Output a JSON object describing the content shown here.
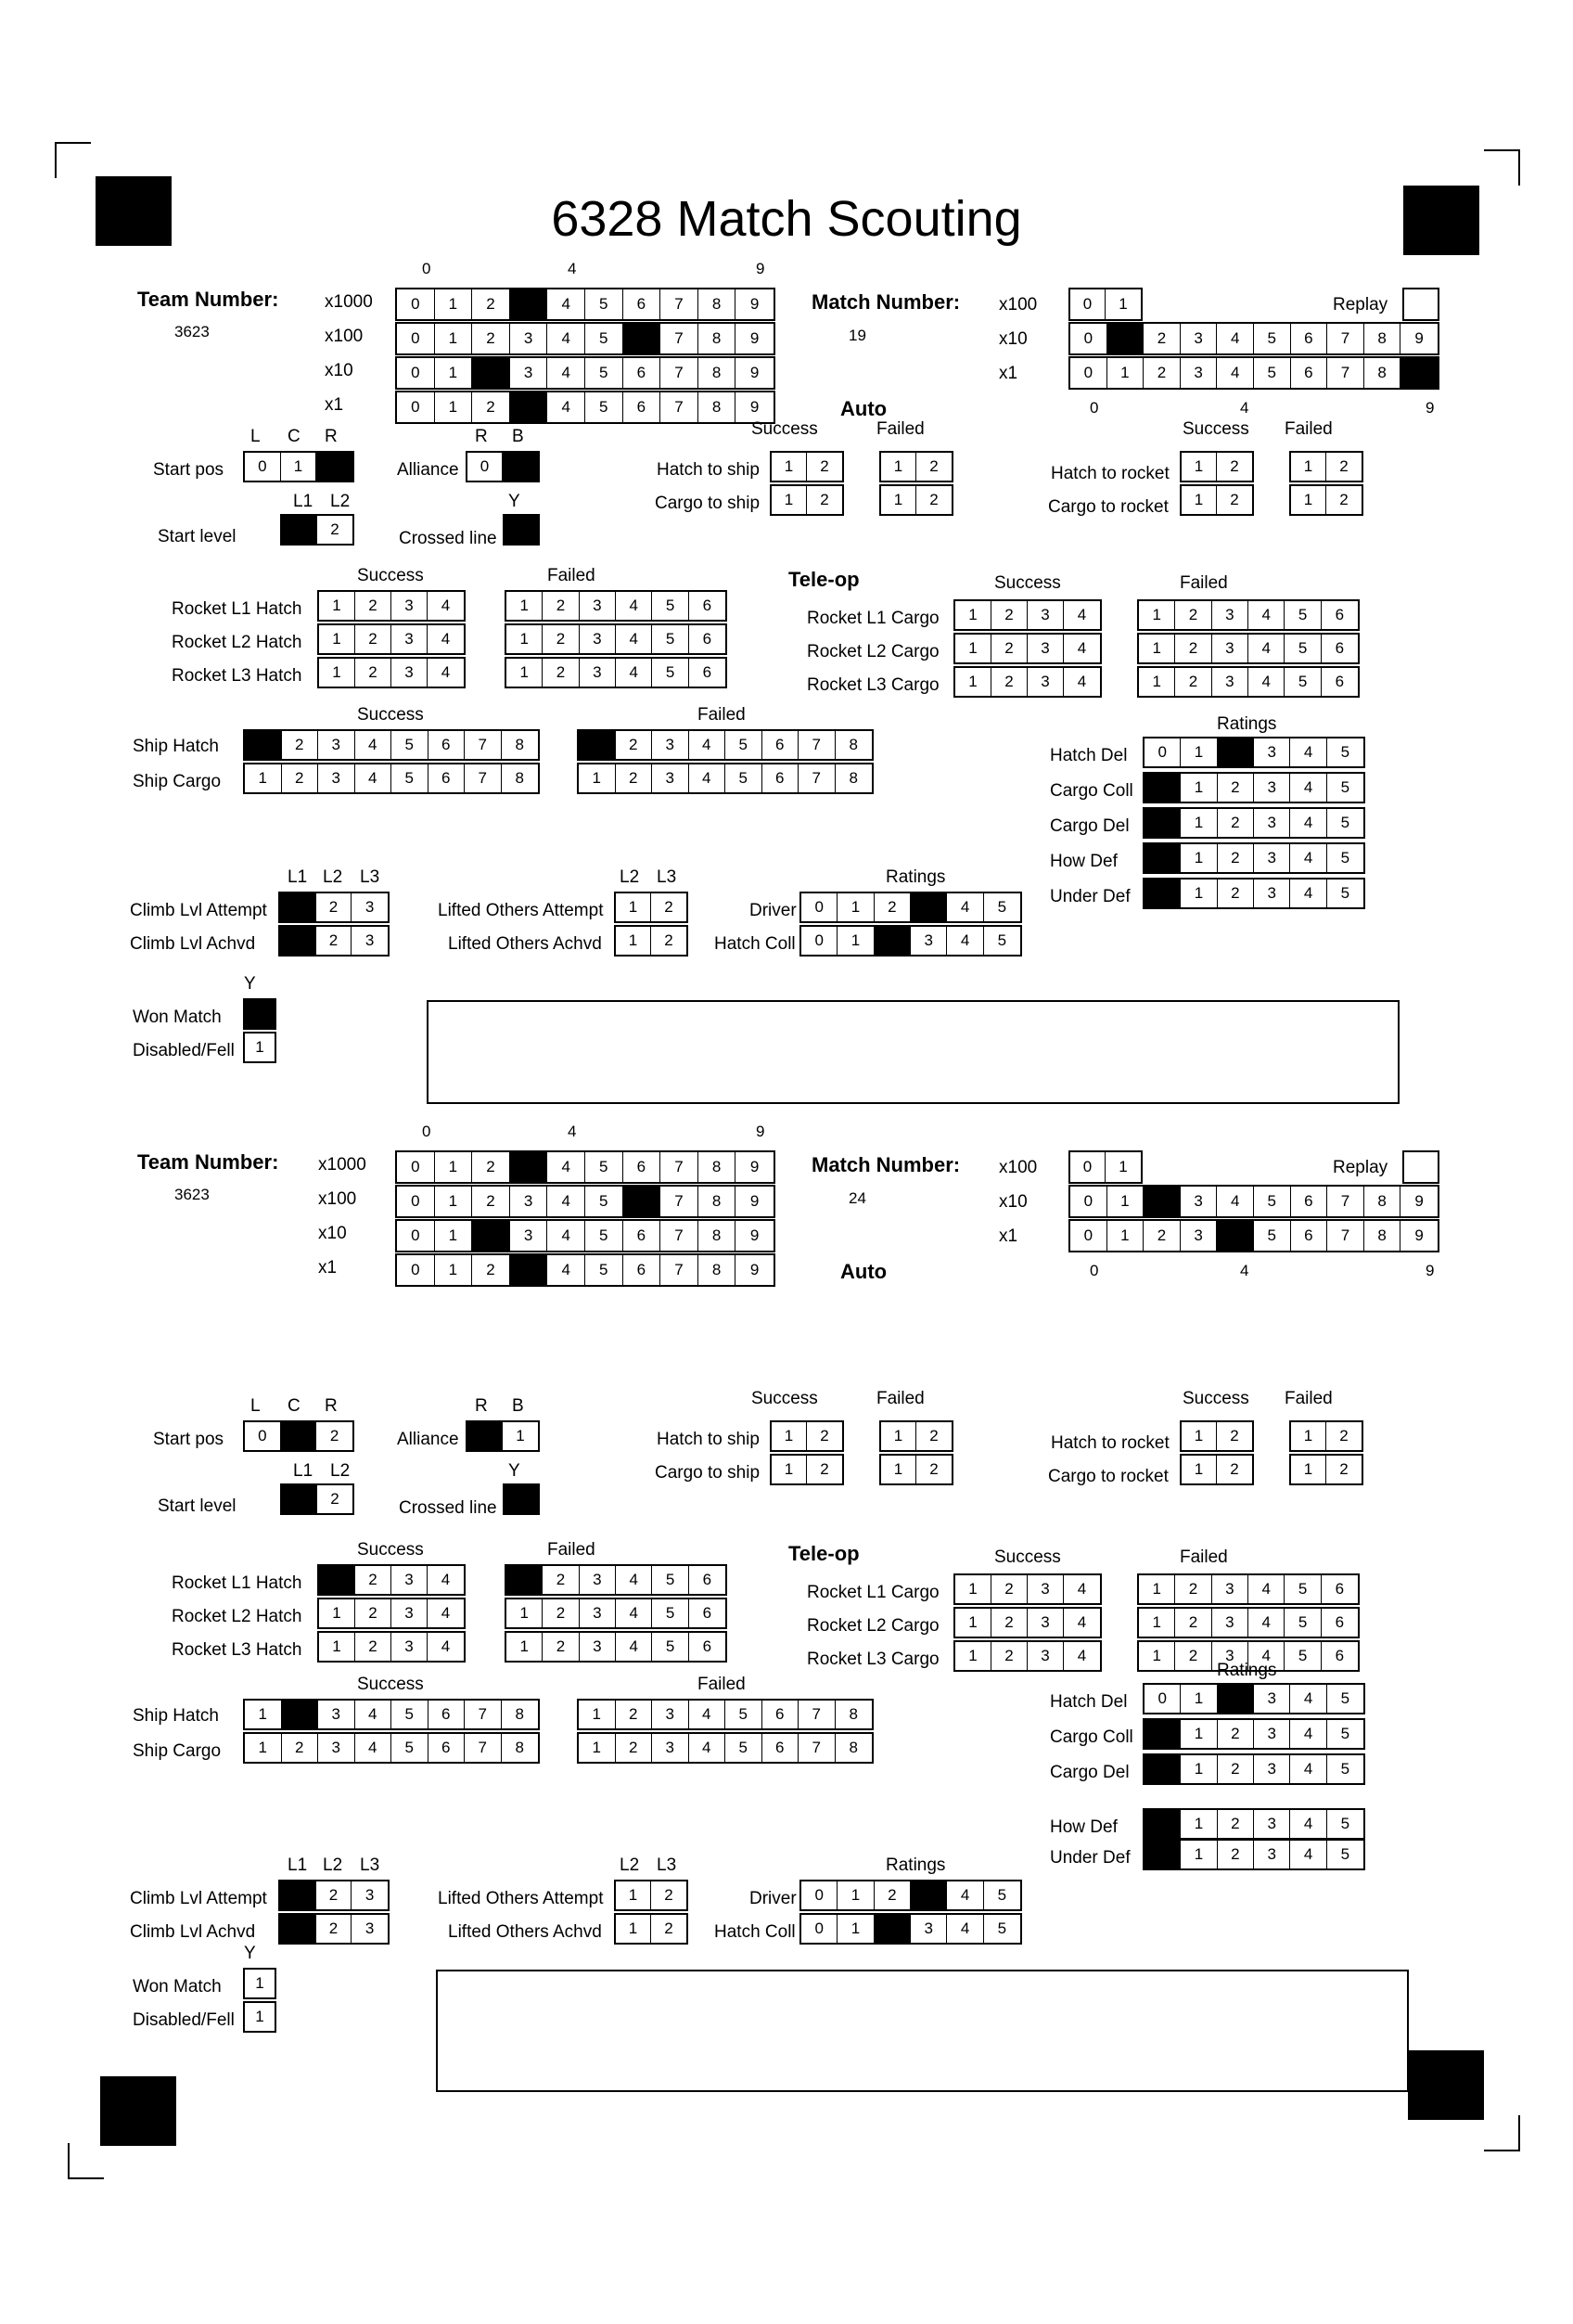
{
  "title": "6328 Match Scouting",
  "labels": {
    "team_number": "Team Number:",
    "match_number": "Match Number:",
    "x1000": "x1000",
    "x100": "x100",
    "x10": "x10",
    "x1": "x1",
    "replay": "Replay",
    "auto": "Auto",
    "teleop": "Tele-op",
    "lcr": [
      "L",
      "C",
      "R"
    ],
    "rb": [
      "R",
      "B"
    ],
    "l1l2": [
      "L1",
      "L2"
    ],
    "l1l2l3": [
      "L1",
      "L2",
      "L3"
    ],
    "l2l3": [
      "L2",
      "L3"
    ],
    "y": "Y",
    "start_pos": "Start pos",
    "alliance": "Alliance",
    "start_level": "Start level",
    "crossed_line": "Crossed line",
    "success": "Success",
    "failed": "Failed",
    "hatch_to_ship": "Hatch to ship",
    "cargo_to_ship": "Cargo to ship",
    "hatch_to_rocket": "Hatch to rocket",
    "cargo_to_rocket": "Cargo to rocket",
    "rocket_l1_hatch": "Rocket L1 Hatch",
    "rocket_l2_hatch": "Rocket L2 Hatch",
    "rocket_l3_hatch": "Rocket L3 Hatch",
    "rocket_l1_cargo": "Rocket L1 Cargo",
    "rocket_l2_cargo": "Rocket L2 Cargo",
    "rocket_l3_cargo": "Rocket L3 Cargo",
    "ship_hatch": "Ship Hatch",
    "ship_cargo": "Ship Cargo",
    "ratings": "Ratings",
    "hatch_del": "Hatch Del",
    "cargo_coll": "Cargo Coll",
    "cargo_del": "Cargo Del",
    "how_def": "How Def",
    "under_def": "Under Def",
    "climb_attempt": "Climb Lvl Attempt",
    "climb_achvd": "Climb Lvl Achvd",
    "lifted_attempt": "Lifted Others Attempt",
    "lifted_achvd": "Lifted Others Achvd",
    "driver": "Driver",
    "hatch_coll": "Hatch Coll",
    "won_match": "Won Match",
    "disabled": "Disabled/Fell"
  },
  "digits10": [
    "0",
    "1",
    "2",
    "3",
    "4",
    "5",
    "6",
    "7",
    "8",
    "9"
  ],
  "scale": [
    "0",
    "4",
    "9"
  ],
  "forms": [
    {
      "team": "3623",
      "match": "19"
    },
    {
      "team": "3623",
      "match": "24"
    }
  ]
}
